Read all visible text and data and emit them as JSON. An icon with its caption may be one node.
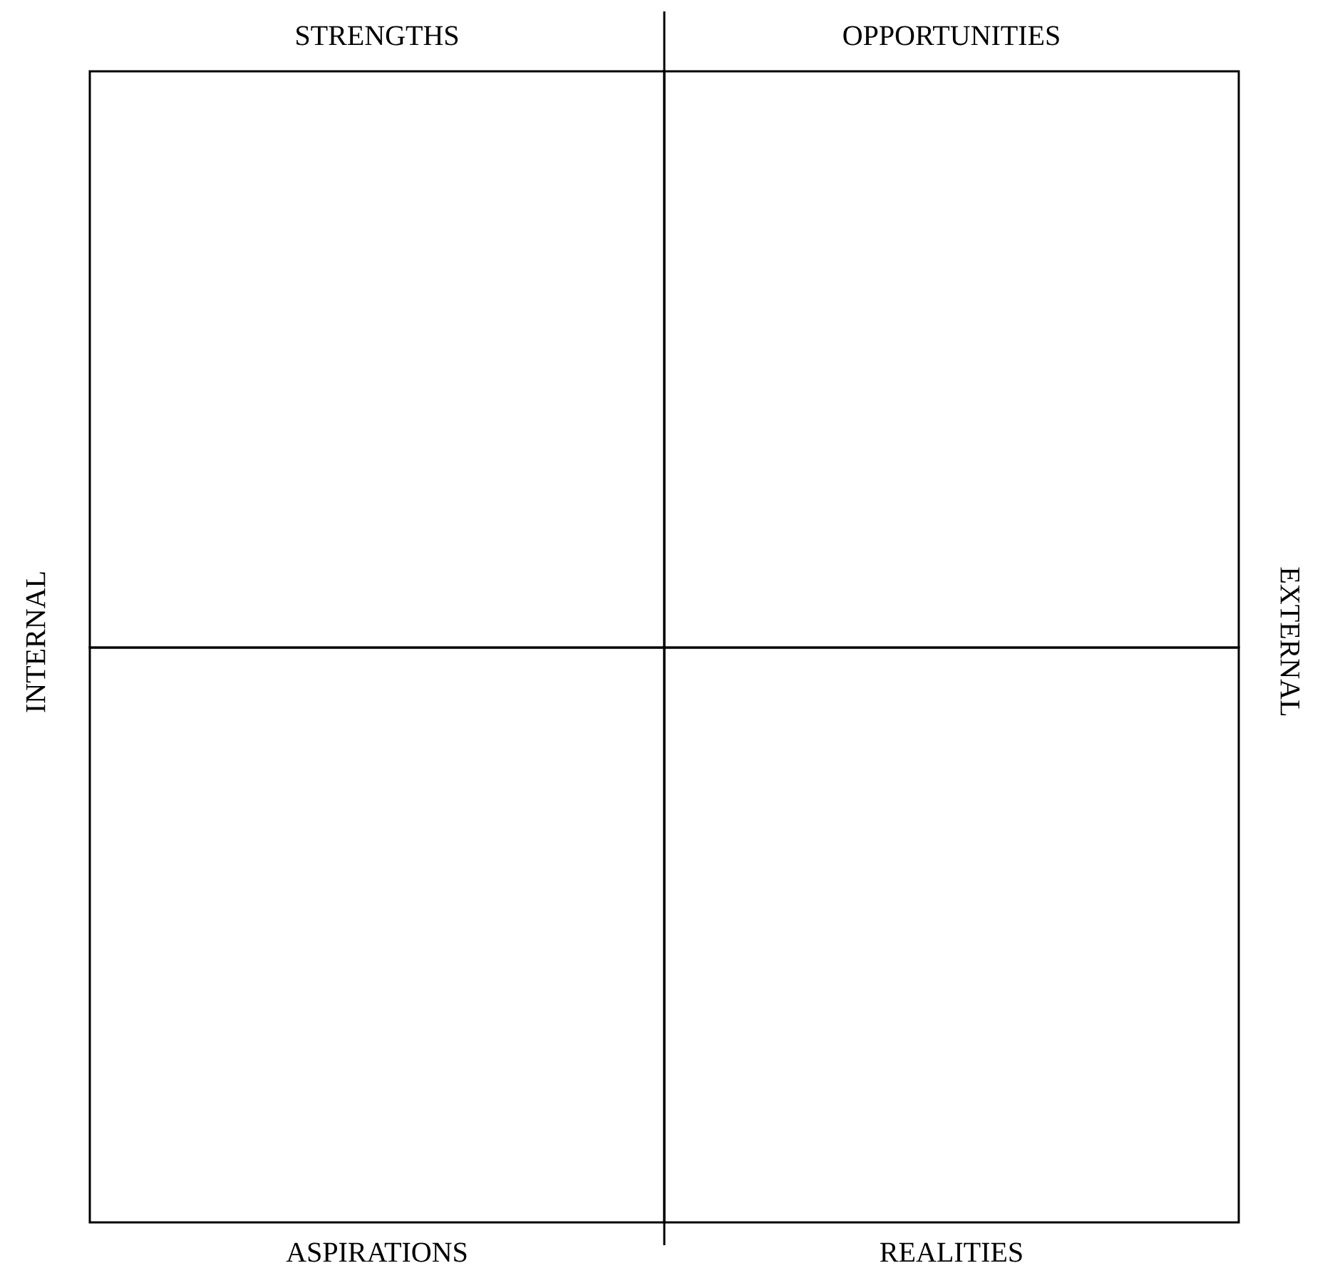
{
  "diagram": {
    "nodes": [
      {
        "text": [
          "STRENGTHS"
        ]
      },
      {
        "text": [
          "OPPORTUNITIES"
        ]
      },
      {
        "text": [
          "ASPIRATIONS"
        ]
      },
      {
        "text": [
          "REALITIES"
        ]
      }
    ],
    "labels": [
      "INTERNAL",
      "EXTERNAL"
    ]
  }
}
